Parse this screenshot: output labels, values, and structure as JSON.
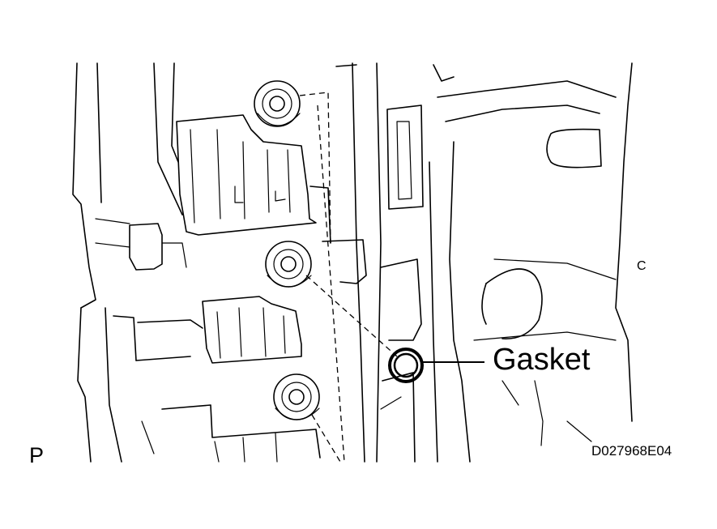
{
  "diagram": {
    "callout_label": "Gasket",
    "view_letter": "P",
    "reference_code": "D027968E04",
    "side_mark": "C"
  }
}
